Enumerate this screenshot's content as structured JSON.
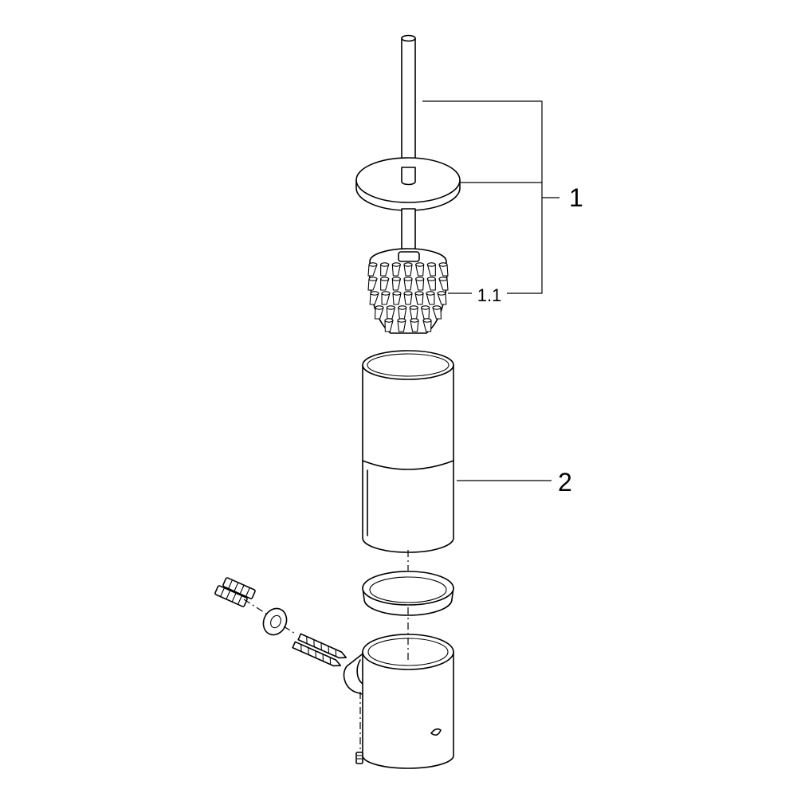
{
  "callouts": {
    "part_1": "1",
    "part_1_1": "1.1",
    "part_2": "2"
  }
}
